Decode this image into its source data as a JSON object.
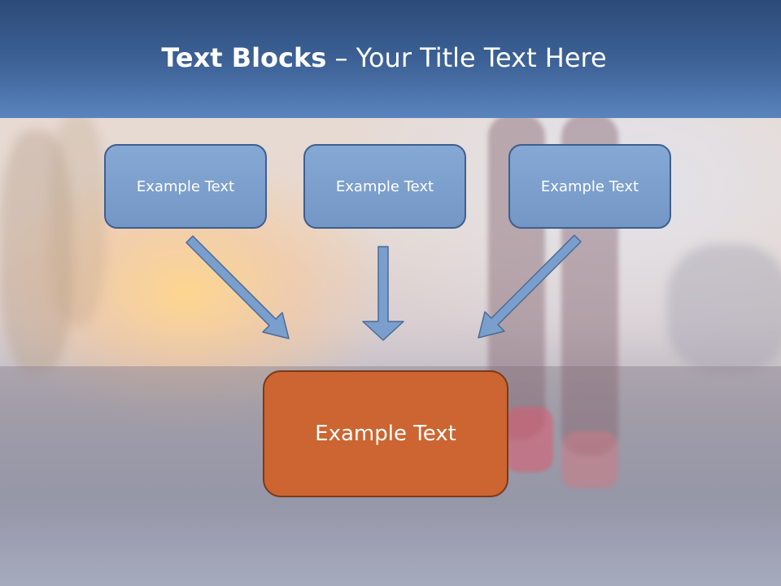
{
  "slide": {
    "title_bold": "Text Blocks",
    "title_separator": " – ",
    "title_rest": "Your Title Text Here"
  },
  "diagram": {
    "top_boxes": [
      {
        "label": "Example Text"
      },
      {
        "label": "Example Text"
      },
      {
        "label": "Example Text"
      }
    ],
    "bottom_box": {
      "label": "Example Text"
    }
  },
  "colors": {
    "header_top": "#2c4a78",
    "header_bottom": "#5a84be",
    "top_box_fill": "#7b9fcc",
    "top_box_border": "#3f5f8e",
    "bottom_box_fill": "#cc6531",
    "bottom_box_border": "#7a3a1a",
    "arrow_fill": "#7b9fcc"
  }
}
